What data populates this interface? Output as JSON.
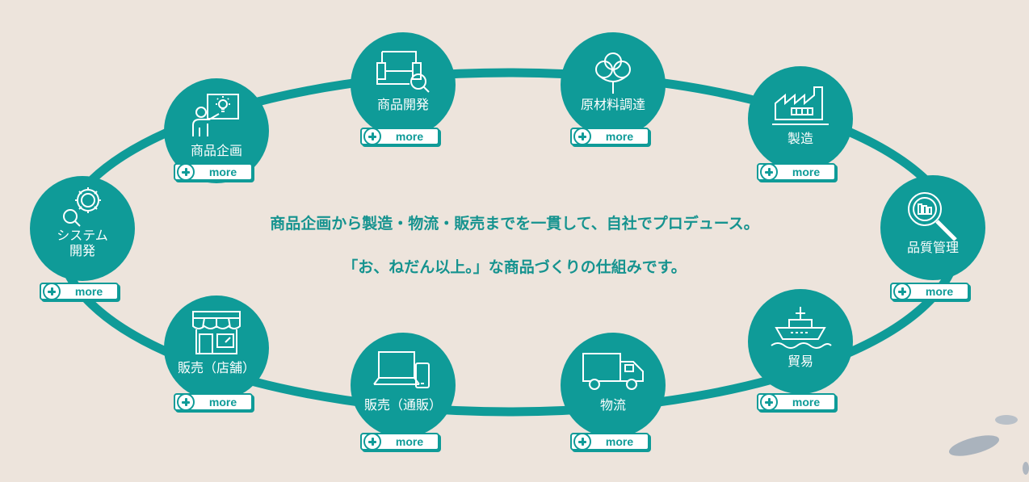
{
  "nodes": [
    {
      "id": "planning",
      "label": "商品企画",
      "icon": "idea-presentation-icon"
    },
    {
      "id": "development",
      "label": "商品開発",
      "icon": "sofa-search-icon"
    },
    {
      "id": "procurement",
      "label": "原材料調達",
      "icon": "cotton-icon"
    },
    {
      "id": "manufacturing",
      "label": "製造",
      "icon": "factory-icon"
    },
    {
      "id": "quality",
      "label": "品質管理",
      "icon": "quality-magnifier-icon"
    },
    {
      "id": "trade",
      "label": "貿易",
      "icon": "ship-icon"
    },
    {
      "id": "logistics",
      "label": "物流",
      "icon": "truck-icon"
    },
    {
      "id": "ecommerce",
      "label": "販売（通販）",
      "icon": "laptop-phone-icon"
    },
    {
      "id": "store",
      "label": "販売（店舗）",
      "icon": "storefront-icon"
    },
    {
      "id": "system",
      "label": "システム\n開発",
      "icon": "gears-search-icon"
    }
  ],
  "more_label": "more",
  "center": {
    "line1": "商品企画から製造・物流・販売までを一貫して、自社でプロデュース。",
    "line2": "「お、ねだん以上。」な商品づくりの仕組みです。"
  },
  "colors": {
    "accent": "#0f9b98",
    "background": "#ede4dc",
    "text": "#16938f"
  }
}
